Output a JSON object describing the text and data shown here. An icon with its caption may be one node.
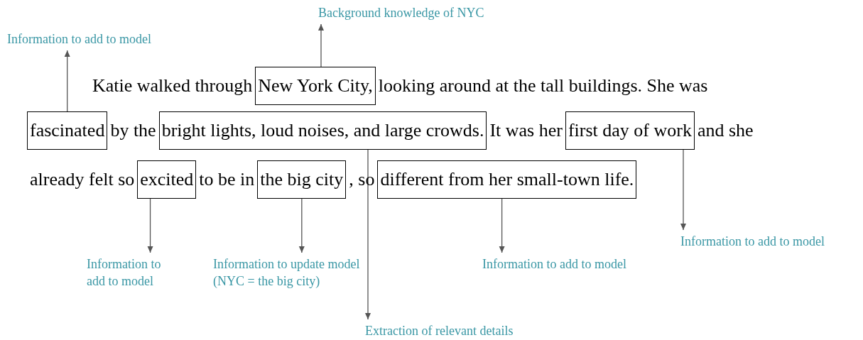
{
  "diagram": {
    "nodes": [
      {
        "text": [
          "Background knowledge of NYC"
        ]
      },
      {
        "text": [
          "Information to add to model"
        ]
      },
      {
        "text": [
          "New York City,"
        ]
      },
      {
        "text": [
          "fascinated"
        ]
      },
      {
        "text": [
          "bright lights, loud noises, and large crowds."
        ]
      },
      {
        "text": [
          "first day of work"
        ]
      },
      {
        "text": [
          "excited"
        ]
      },
      {
        "text": [
          "the big city"
        ]
      },
      {
        "text": [
          "different from her small-town life."
        ]
      },
      {
        "text": [
          "Information to add to model"
        ]
      },
      {
        "text": [
          "Information to add to model"
        ]
      },
      {
        "text": [
          "Information to update model (NYC = the big city)"
        ]
      },
      {
        "text": [
          "Information to add to model"
        ]
      },
      {
        "text": [
          "Extraction of relevant details"
        ]
      }
    ],
    "edges": [
      {
        "from": 2,
        "to": 0,
        "arrow": "to"
      },
      {
        "from": 3,
        "to": 1,
        "arrow": "to"
      },
      {
        "from": 4,
        "to": 13,
        "arrow": "to"
      },
      {
        "from": 5,
        "to": 9,
        "arrow": "to"
      },
      {
        "from": 6,
        "to": 10,
        "arrow": "to"
      },
      {
        "from": 7,
        "to": 11,
        "arrow": "to"
      },
      {
        "from": 8,
        "to": 12,
        "arrow": "to"
      }
    ],
    "labels": [
      "Katie walked through",
      "looking around at the tall buildings. She was",
      "by the",
      "It was her",
      "and she",
      "already felt so",
      "to be in",
      ", so"
    ]
  }
}
